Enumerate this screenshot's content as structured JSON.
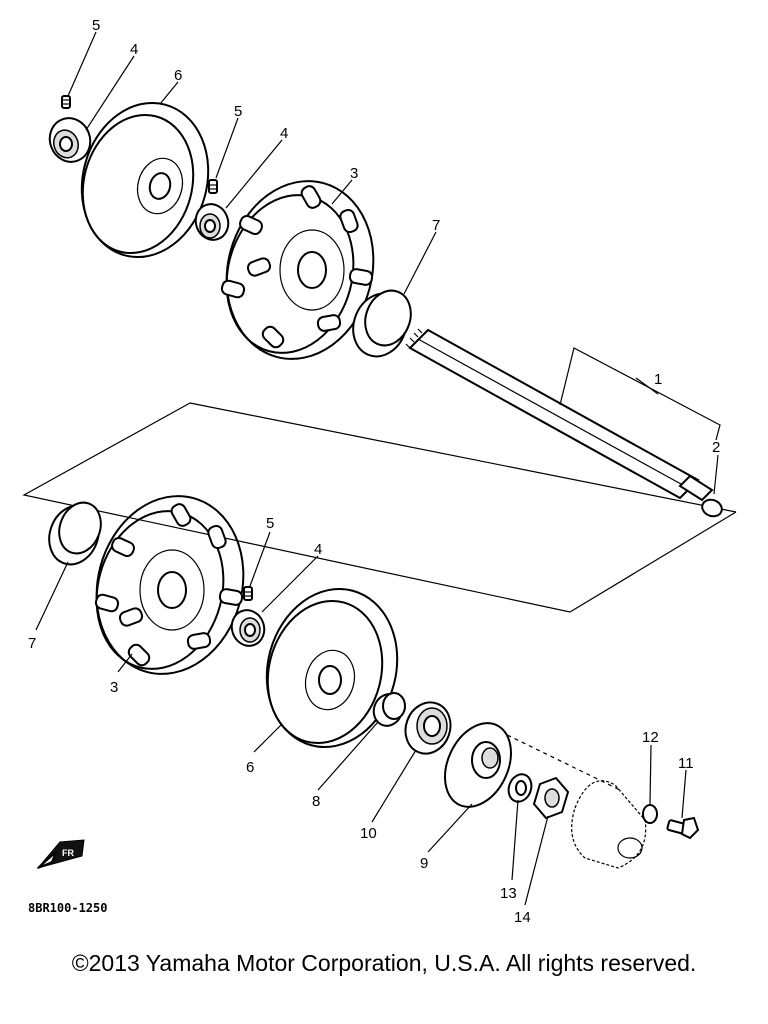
{
  "diagram": {
    "code": "8BR100-1250",
    "front_marker": "FR",
    "copyright": "©2013 Yamaha Motor Corporation, U.S.A. All rights reserved."
  },
  "labels": [
    {
      "id": "l5a",
      "text": "5"
    },
    {
      "id": "l4a",
      "text": "4"
    },
    {
      "id": "l6a",
      "text": "6"
    },
    {
      "id": "l5b",
      "text": "5"
    },
    {
      "id": "l4b",
      "text": "4"
    },
    {
      "id": "l3a",
      "text": "3"
    },
    {
      "id": "l7a",
      "text": "7"
    },
    {
      "id": "l1",
      "text": "1"
    },
    {
      "id": "l2",
      "text": "2"
    },
    {
      "id": "l5c",
      "text": "5"
    },
    {
      "id": "l4c",
      "text": "4"
    },
    {
      "id": "l7b",
      "text": "7"
    },
    {
      "id": "l3b",
      "text": "3"
    },
    {
      "id": "l6b",
      "text": "6"
    },
    {
      "id": "l8",
      "text": "8"
    },
    {
      "id": "l10",
      "text": "10"
    },
    {
      "id": "l9",
      "text": "9"
    },
    {
      "id": "l13",
      "text": "13"
    },
    {
      "id": "l14",
      "text": "14"
    },
    {
      "id": "l12",
      "text": "12"
    },
    {
      "id": "l11",
      "text": "11"
    }
  ]
}
